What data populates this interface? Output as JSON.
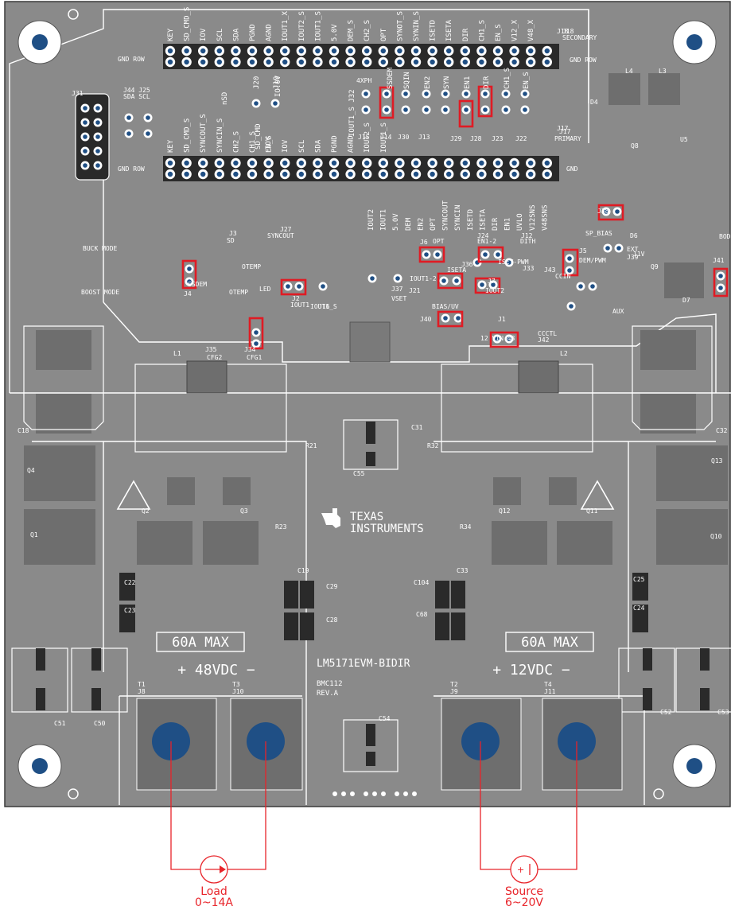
{
  "board": {
    "name": "LM5171EVM-BIDIR",
    "code": "BMC112",
    "rev": "REV.A",
    "brand_line1": "TEXAS",
    "brand_line2": "INSTRUMENTS",
    "colors": {
      "board": "#8a8a8a",
      "pad": "#1f4f85",
      "copper": "#757575",
      "highlight": "#e01b24",
      "silk": "#ffffff"
    }
  },
  "headers": {
    "secondary_labels": [
      "KEY",
      "SD_CMD_S",
      "IOV",
      "SCL",
      "SDA",
      "PGND",
      "AGND",
      "IOUT1_X",
      "IOUT2_S",
      "IOUT1_S",
      "5.0V",
      "DEM_S",
      "CH2_S",
      "OPT",
      "SYNOT_S",
      "SYNIN_S",
      "ISETD",
      "ISETA",
      "DIR",
      "CH1_S",
      "EN_S",
      "V12_X",
      "V48_X"
    ],
    "secondary_name": "J18",
    "secondary_title": "SECONDARY",
    "gnd_row": "GND ROW",
    "primary_top_labels": [
      "KEY",
      "SD_CMD_S",
      "SYNCOUT_S",
      "SYNCIN_S",
      "CH2_S",
      "CH1_S",
      "EN_S",
      "IOV",
      "SCL",
      "SDA",
      "PGND",
      "AGND",
      "IOUT2_S",
      "IOUT1_S"
    ],
    "primary_name": "J17",
    "primary_title": "PRIMARY",
    "primary_bottom_labels": [
      "IOUT2",
      "IOUT1",
      "5.0V",
      "DEM",
      "EN2",
      "OPT",
      "SYNCOUT",
      "SYNCIN",
      "ISETD",
      "ISETA",
      "DIR",
      "EN1",
      "UVLO",
      "V12SNS",
      "V48SNS"
    ],
    "gnd_arrow": "GND"
  },
  "jumpers": {
    "top_labels": [
      "4XPH",
      "SSDEM",
      "SQIN",
      "EN2",
      "SYN",
      "EN1",
      "DIR",
      "CH1_S",
      "EN_S"
    ],
    "j_labels": [
      "J15",
      "J14",
      "J30",
      "J13",
      "J29",
      "J28",
      "J23",
      "J22"
    ],
    "j32": "IOUT1_S  J32",
    "misc": [
      "nSD",
      "SD_CMD",
      "IOV",
      "IO.0V",
      "J20",
      "J19",
      "SDA SCL",
      "J44 J25"
    ],
    "mid_labels": [
      "SYNCOUT",
      "J27",
      "OPT",
      "J6",
      "J24",
      "EN1-2",
      "J12",
      "DITH",
      "J36",
      "ISETA",
      "ISET-PWM",
      "J33",
      "J43",
      "CCIN",
      "IOUT1-2",
      "J7",
      "IOUT2",
      "J37",
      "VSET",
      "J21",
      "J16",
      "IOUT1",
      "IOUT1_S",
      "J2",
      "SD",
      "J3",
      "OTEMP",
      "LED",
      "OTEMP",
      "BIAS/UV",
      "J40",
      "J1",
      "12 VIN 48",
      "CCCTL",
      "J42",
      "AUX",
      "DEM/PWM",
      "J5",
      "SP_BIAS",
      "J38",
      "EXT",
      "11V",
      "J39",
      "BODE",
      "J41",
      "J35",
      "CFG2",
      "J34",
      "CFG1",
      "J4",
      "SSDEM",
      "BUCK MODE",
      "BOOST MODE",
      "J31",
      "J17",
      "J18"
    ]
  },
  "components": [
    "L1",
    "L2",
    "L3",
    "L4",
    "D4",
    "Q8",
    "U5",
    "Q1",
    "Q2",
    "Q3",
    "Q4",
    "Q9",
    "Q10",
    "Q11",
    "Q12",
    "Q13",
    "D6",
    "D7",
    "C18",
    "C32",
    "C22",
    "C23",
    "C24",
    "C25",
    "C28",
    "C29",
    "C33",
    "C104",
    "C68",
    "C19",
    "R23",
    "R34",
    "C51",
    "C50",
    "C52",
    "C53",
    "C54",
    "C55",
    "C31",
    "R21",
    "R32",
    "T1",
    "T2",
    "T3",
    "T4",
    "J8",
    "J9",
    "J10",
    "J11"
  ],
  "ratings": {
    "left_max": "60A MAX",
    "right_max": "60A MAX",
    "left_voltage": "+  48VDC  −",
    "right_voltage": "+  12VDC  −"
  },
  "external": {
    "load_label": "Load",
    "load_range": "0~14A",
    "source_label": "Source",
    "source_range": "6~20V"
  }
}
